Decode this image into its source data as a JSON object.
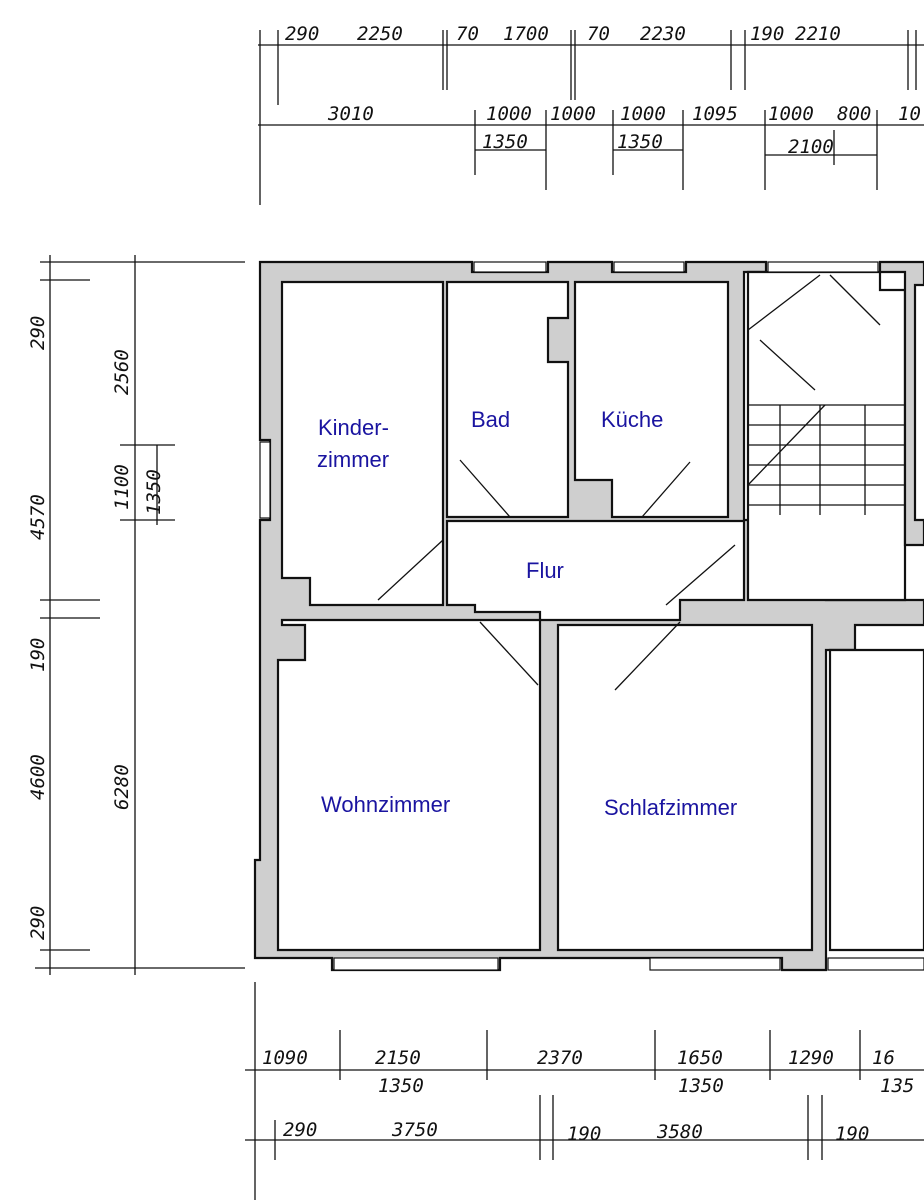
{
  "rooms": {
    "kinderzimmer_line1": "Kinder-",
    "kinderzimmer_line2": "zimmer",
    "bad": "Bad",
    "kueche": "Küche",
    "flur": "Flur",
    "wohnzimmer": "Wohnzimmer",
    "schlafzimmer": "Schlafzimmer"
  },
  "dims_top_row1": [
    "290",
    "2250",
    "70",
    "1700",
    "70",
    "2230",
    "190",
    "2210"
  ],
  "dims_top_row2": [
    "3010",
    "1000",
    "1000",
    "1000",
    "1095",
    "1000",
    "800",
    "10"
  ],
  "dims_top_row3": [
    "1350",
    "1350",
    "2100"
  ],
  "dims_left_outer": [
    "290",
    "4570",
    "190",
    "4600",
    "290"
  ],
  "dims_left_inner": [
    "2560",
    "1100",
    "1350",
    "6280"
  ],
  "dims_bottom_row1": [
    "1090",
    "2150",
    "2370",
    "1650",
    "1290",
    "16"
  ],
  "dims_bottom_row1_sub": [
    "1350",
    "1350",
    "135"
  ],
  "dims_bottom_row2": [
    "290",
    "3750",
    "190",
    "3580",
    "190"
  ]
}
